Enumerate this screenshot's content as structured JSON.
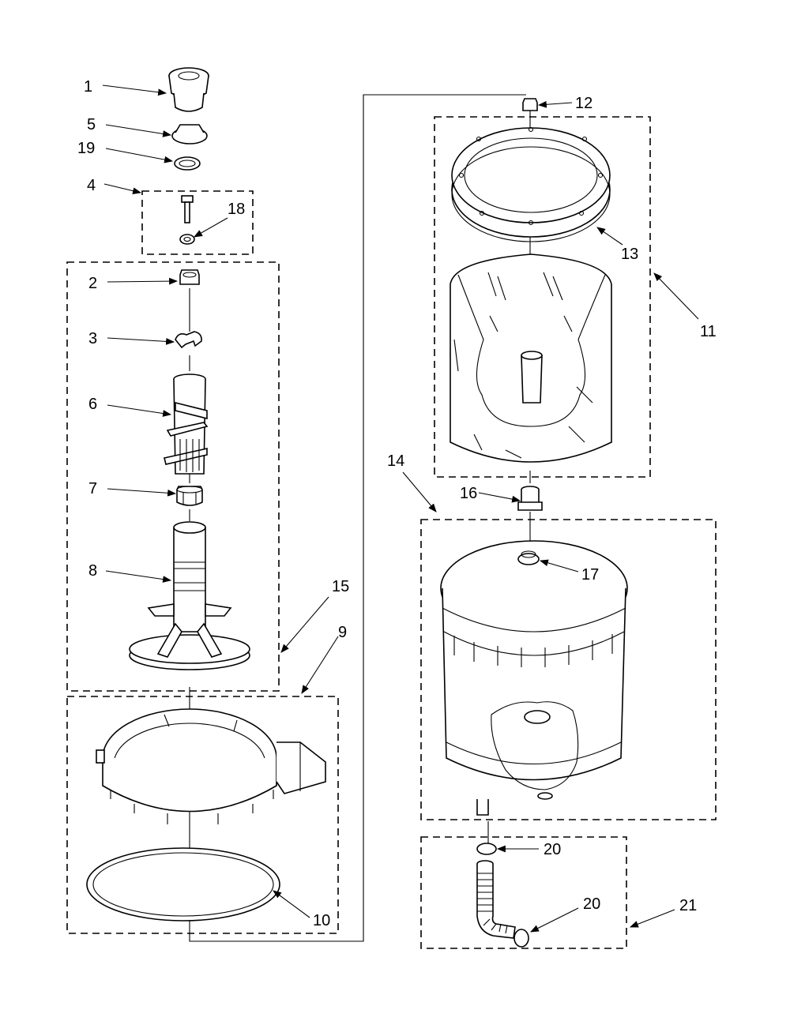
{
  "callouts": {
    "c1": "1",
    "c2": "2",
    "c3": "3",
    "c4": "4",
    "c5": "5",
    "c6": "6",
    "c7": "7",
    "c8": "8",
    "c9": "9",
    "c10": "10",
    "c11": "11",
    "c12": "12",
    "c13": "13",
    "c14": "14",
    "c15": "15",
    "c16": "16",
    "c17": "17",
    "c18": "18",
    "c19": "19",
    "c20a": "20",
    "c20b": "20",
    "c21": "21"
  }
}
